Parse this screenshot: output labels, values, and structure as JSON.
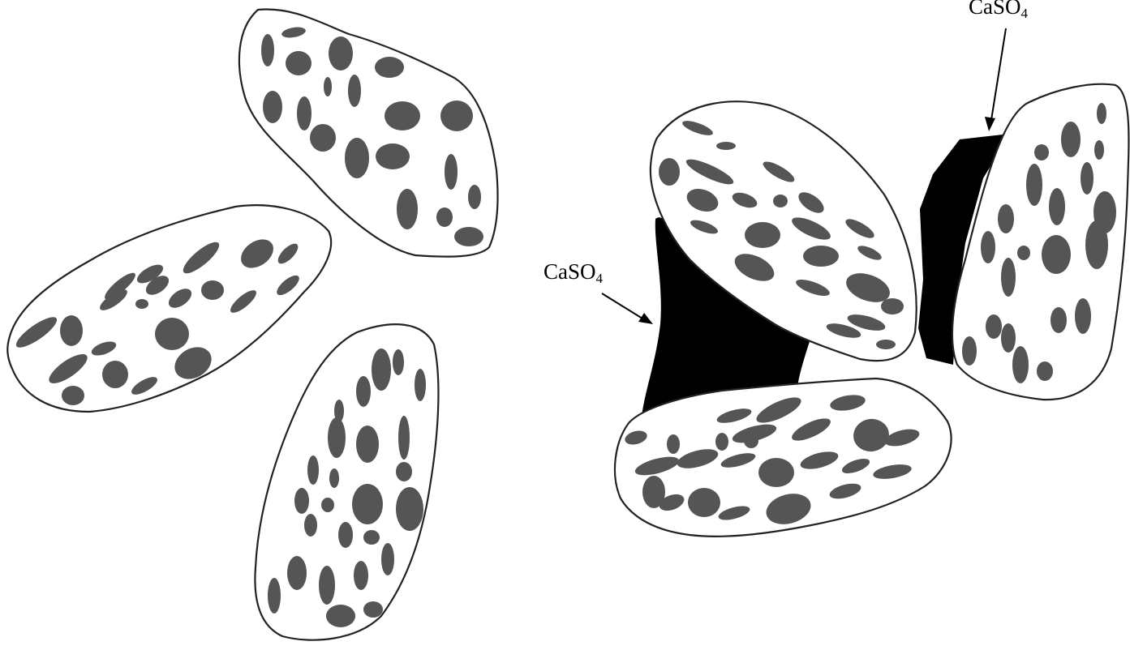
{
  "labels": {
    "top_right": {
      "main": "CaSO",
      "sub": "4"
    },
    "middle_left": {
      "main": "CaSO",
      "sub": "4"
    }
  },
  "colors": {
    "background": "#ffffff",
    "particle_outline": "#222222",
    "particle_fill": "#ffffff",
    "pore_fill": "#555555",
    "caso4_fill": "#000000"
  }
}
